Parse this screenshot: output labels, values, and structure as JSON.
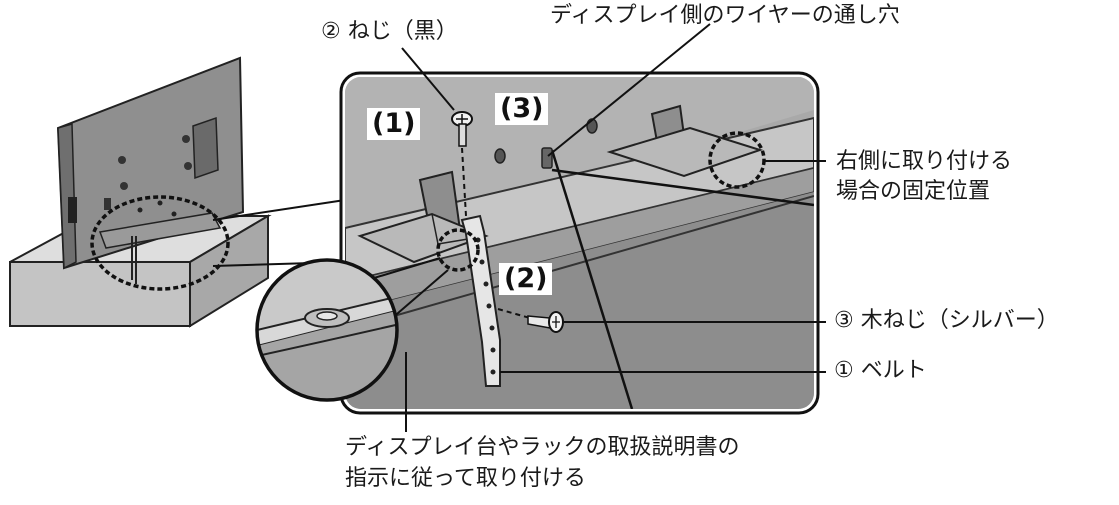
{
  "labels": {
    "screw_black": "② ねじ（黒）",
    "wire_hole": "ディスプレイ側のワイヤーの通し穴",
    "right_side_1": "右側に取り付ける",
    "right_side_2": "場合の固定位置",
    "wood_screw": "③ 木ねじ（シルバー）",
    "belt": "① ベルト",
    "instruction_1": "ディスプレイ台やラックの取扱説明書の",
    "instruction_2": "指示に従って取り付ける"
  },
  "steps": [
    "(1)",
    "(2)",
    "(3)"
  ],
  "colors": {
    "panel_background": "#a9a9a9",
    "tv_body": "#8f8f8f",
    "cabinet": "#c4c4c4",
    "outline": "#111111"
  }
}
